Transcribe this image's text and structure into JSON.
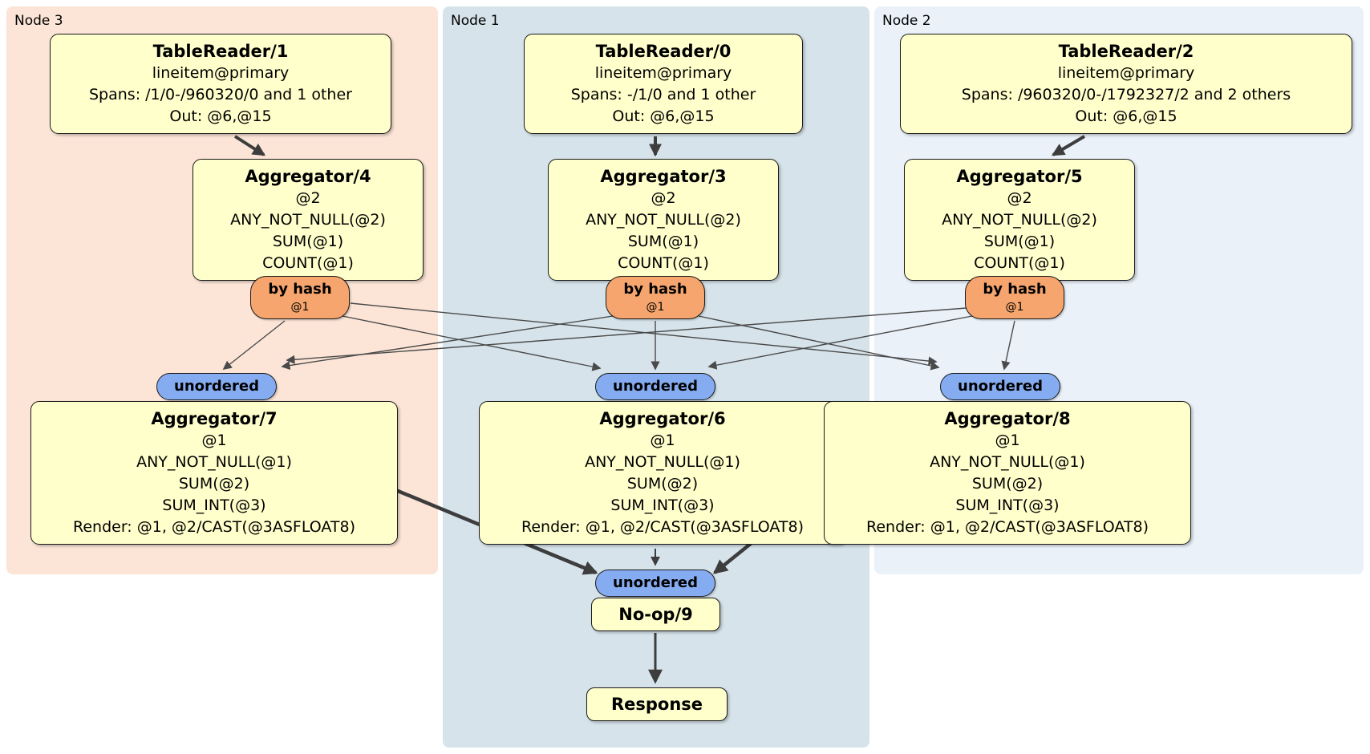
{
  "colors": {
    "node3_bg": "#fce5d7",
    "node1_bg": "#d6e3ea",
    "node2_bg": "#eaf1f9",
    "box_bg": "#ffffcc",
    "hash_bg": "#f5a56d",
    "unordered_bg": "#85acf1",
    "edge_thick": "#3d3d3d",
    "edge_thin": "#4a4a4a"
  },
  "groups": [
    {
      "label": "Node 3"
    },
    {
      "label": "Node 1"
    },
    {
      "label": "Node 2"
    }
  ],
  "processors": {
    "tr1": {
      "title": "TableReader/1",
      "lines": [
        "lineitem@primary",
        "Spans: /1/0-/960320/0 and 1 other",
        "Out: @6,@15"
      ]
    },
    "tr0": {
      "title": "TableReader/0",
      "lines": [
        "lineitem@primary",
        "Spans: -/1/0 and 1 other",
        "Out: @6,@15"
      ]
    },
    "tr2": {
      "title": "TableReader/2",
      "lines": [
        "lineitem@primary",
        "Spans: /960320/0-/1792327/2 and 2 others",
        "Out: @6,@15"
      ]
    },
    "agg4": {
      "title": "Aggregator/4",
      "lines": [
        "@2",
        "ANY_NOT_NULL(@2)",
        "SUM(@1)",
        "COUNT(@1)"
      ]
    },
    "agg3": {
      "title": "Aggregator/3",
      "lines": [
        "@2",
        "ANY_NOT_NULL(@2)",
        "SUM(@1)",
        "COUNT(@1)"
      ]
    },
    "agg5": {
      "title": "Aggregator/5",
      "lines": [
        "@2",
        "ANY_NOT_NULL(@2)",
        "SUM(@1)",
        "COUNT(@1)"
      ]
    },
    "agg7": {
      "title": "Aggregator/7",
      "lines": [
        "@1",
        "ANY_NOT_NULL(@1)",
        "SUM(@2)",
        "SUM_INT(@3)",
        "Render: @1, @2/CAST(@3ASFLOAT8)"
      ]
    },
    "agg6": {
      "title": "Aggregator/6",
      "lines": [
        "@1",
        "ANY_NOT_NULL(@1)",
        "SUM(@2)",
        "SUM_INT(@3)",
        "Render: @1, @2/CAST(@3ASFLOAT8)"
      ]
    },
    "agg8": {
      "title": "Aggregator/8",
      "lines": [
        "@1",
        "ANY_NOT_NULL(@1)",
        "SUM(@2)",
        "SUM_INT(@3)",
        "Render: @1, @2/CAST(@3ASFLOAT8)"
      ]
    },
    "noop": {
      "title": "No-op/9"
    },
    "response": {
      "title": "Response"
    }
  },
  "routers": {
    "by_hash": {
      "label": "by hash",
      "detail": "@1"
    }
  },
  "streams": {
    "unordered_label": "unordered"
  }
}
